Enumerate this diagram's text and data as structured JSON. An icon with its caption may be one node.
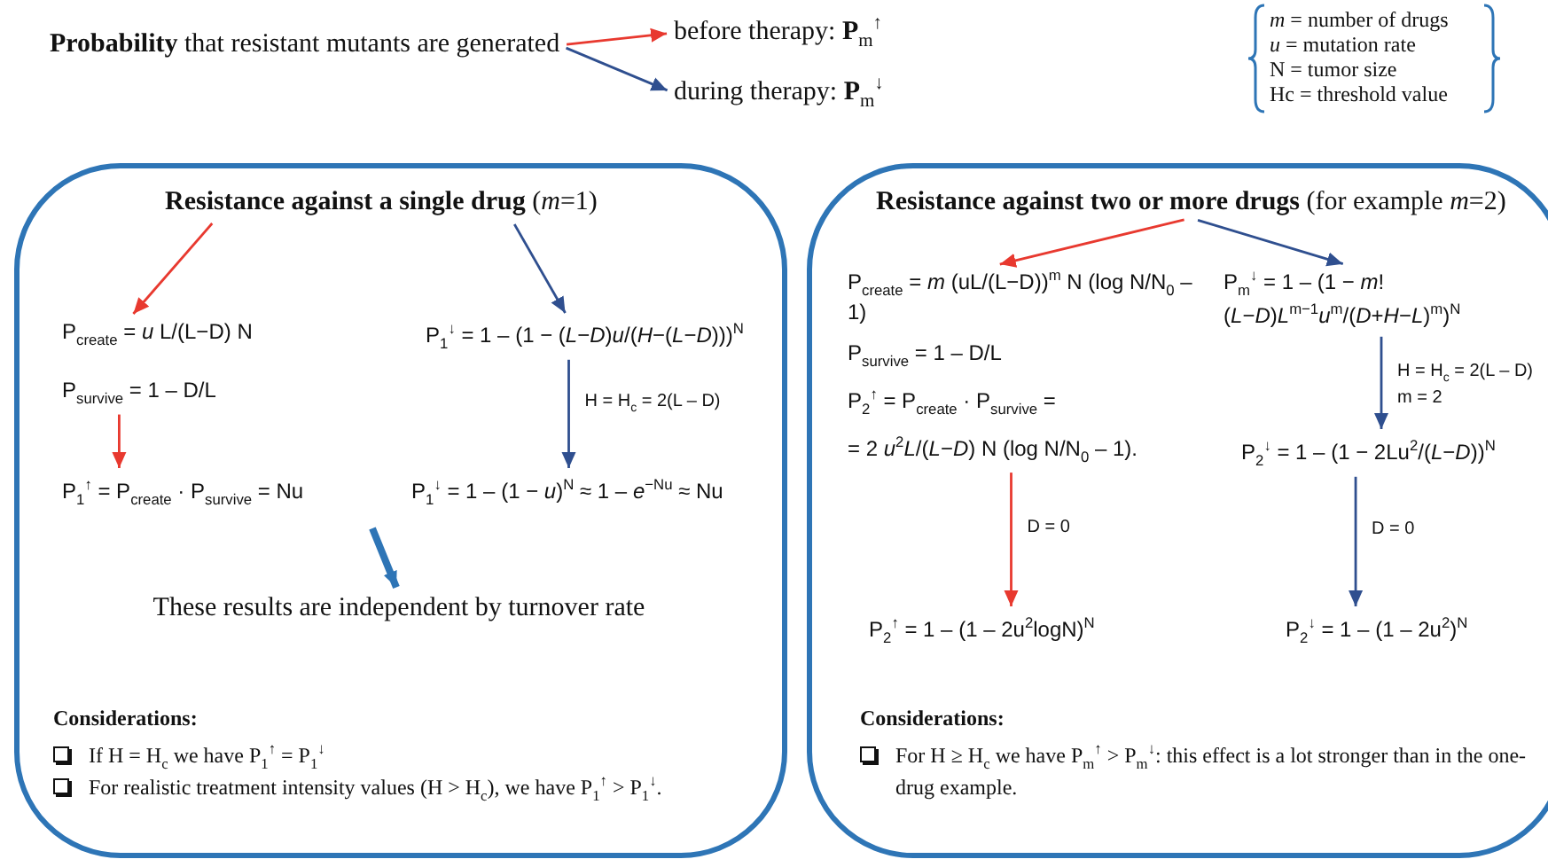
{
  "diagram": {
    "nodes": [
      {
        "text": [
          "**Probability** that resistant mutants are generated"
        ]
      },
      {
        "text": [
          "before therapy: **P**$_{m}$$^{↑}$"
        ]
      },
      {
        "text": [
          "during therapy: **P**$_{m}$$^{↓}$"
        ]
      },
      {
        "text": [
          "Considerations:",
          "If H = H$_{c}$ we have P$_{1}$$^{↑}$ = P$_{1}$$^{↓}$",
          "For realistic treatment intensity values (H > H$_{c}$), we have P$_{1}$$^{↑}$ > P$_{1}$$^{↓}$."
        ]
      },
      {
        "text": [
          "**Resistance against a single drug** (*m*=1)"
        ],
        "in": 3
      },
      {
        "text": [
          "P$_{create}$ = *u* L/(L−D) N",
          "P$_{survive}$ = 1 – D/L"
        ],
        "in": 3
      },
      {
        "text": [
          "P$_{1}$$^{↑}$ = P$_{create}$ · P$_{survive}$ = Nu"
        ],
        "in": 3
      },
      {
        "text": [
          "P$_{1}$$^{↓}$ = 1 – (1 − (*L*−*D*)*u*/(*H*−(*L*−*D*)))$^{N}$"
        ],
        "in": 3
      },
      {
        "text": [
          "P$_{1}$$^{↓}$ = 1 – (1 − *u*)$^{N}$ ≈ 1 – *e*$^{−Nu}$ ≈ Nu"
        ],
        "in": 3
      },
      {
        "text": [
          "These results are independent by turnover rate"
        ],
        "in": 3
      },
      {
        "text": [
          "Considerations:",
          "For H ≥ H$_{c}$ we have P$_{m}$$^{↑}$ > P$_{m}$$^{↓}$: this effect is a lot stronger than in the one-drug example."
        ]
      },
      {
        "text": [
          "**Resistance against two or more drugs** (for example *m*=2)"
        ],
        "in": 10
      },
      {
        "text": [
          "P$_{create}$ = *m* (uL/(L−D))$^{m}$ N (log N/N$_{0}$ – 1)",
          "P$_{survive}$ = 1 – D/L",
          "P$_{2}$$^{↑}$ = P$_{create}$ · P$_{survive}$ =",
          "= 2 *u*$^{2}$*L*/(*L*−*D*) N (log N/N$_{0}$ – 1)."
        ],
        "in": 10
      },
      {
        "text": [
          "P$_{2}$$^{↑}$ = 1 – (1 – 2u$^{2}$logN)$^{N}$"
        ],
        "in": 10
      },
      {
        "text": [
          "P$_{m}$$^{↓}$ = 1 – (1 − *m*!(*L*−*D*)*L*$^{m−1}$*u*$^{m}$/(*D*+*H*−*L*)$^{m}$)$^{N}$"
        ],
        "in": 10
      },
      {
        "text": [
          "P$_{2}$$^{↓}$ = 1 – (1 − 2Lu$^{2}$/(*L*−*D*))$^{N}$"
        ],
        "in": 10
      },
      {
        "text": [
          "P$_{2}$$^{↓}$ = 1 – (1 – 2u$^{2}$)$^{N}$"
        ],
        "in": 10
      }
    ],
    "edges": [
      {
        "from": 0,
        "to": 1,
        "arrow": "to",
        "color": "#e8392f"
      },
      {
        "from": 0,
        "to": 2,
        "arrow": "to"
      },
      {
        "from": 4,
        "to": 5,
        "arrow": "to",
        "color": "#e8392f"
      },
      {
        "from": 4,
        "to": 7,
        "arrow": "to"
      },
      {
        "from": 5,
        "to": 6,
        "arrow": "to",
        "color": "#e8392f"
      },
      {
        "from": 7,
        "to": 8,
        "arrow": "to",
        "label": "H = H$_{c}$ = 2(L – D)"
      },
      {
        "from": null,
        "to": 9,
        "arrow": "to",
        "style": "thick",
        "color": "#2e75b6"
      },
      {
        "from": 11,
        "to": 12,
        "arrow": "to",
        "color": "#e8392f"
      },
      {
        "from": 11,
        "to": 14,
        "arrow": "to"
      },
      {
        "from": 12,
        "to": 13,
        "arrow": "to",
        "label": "D = 0",
        "color": "#e8392f"
      },
      {
        "from": 14,
        "to": 15,
        "arrow": "to",
        "label": "H = H$_{c}$ = 2(L – D) m = 2"
      },
      {
        "from": 15,
        "to": 16,
        "arrow": "to",
        "label": "D = 0"
      }
    ],
    "labels": [
      "*m* = number of drugs",
      "*u* = mutation rate",
      "N = tumor size",
      "Hc = threshold value"
    ]
  }
}
